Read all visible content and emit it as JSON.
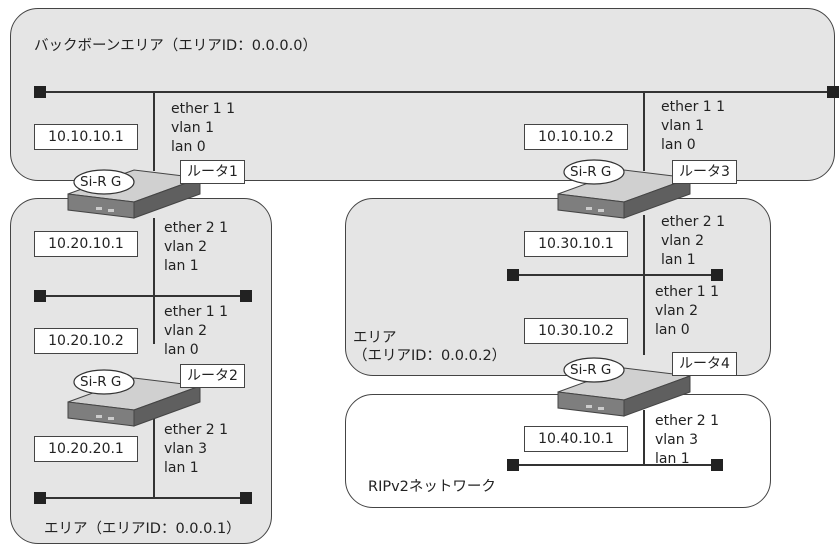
{
  "areas": {
    "backbone": "バックボーンエリア（エリアID：0.0.0.0）",
    "area1": "エリア（エリアID：0.0.0.1）",
    "area2_line1": "エリア",
    "area2_line2": "（エリアID：0.0.0.2）",
    "rip": "RIPv2ネットワーク"
  },
  "routers": {
    "r1": {
      "name": "ルータ1",
      "badge": "Si-R G"
    },
    "r2": {
      "name": "ルータ2",
      "badge": "Si-R G"
    },
    "r3": {
      "name": "ルータ3",
      "badge": "Si-R G"
    },
    "r4": {
      "name": "ルータ4",
      "badge": "Si-R G"
    }
  },
  "ips": {
    "ip1": "10.10.10.1",
    "ip2": "10.10.10.2",
    "ip3": "10.20.10.1",
    "ip4": "10.20.10.2",
    "ip5": "10.20.20.1",
    "ip6": "10.30.10.1",
    "ip7": "10.30.10.2",
    "ip8": "10.40.10.1"
  },
  "ifaces": {
    "r1_top": [
      "ether 1 1",
      "vlan 1",
      "lan 0"
    ],
    "r3_top": [
      "ether 1 1",
      "vlan 1",
      "lan 0"
    ],
    "r1_bottom": [
      "ether 2 1",
      "vlan 2",
      "lan 1"
    ],
    "r2_top": [
      "ether 1 1",
      "vlan 2",
      "lan 0"
    ],
    "r2_bottom": [
      "ether 2 1",
      "vlan 3",
      "lan 1"
    ],
    "r3_bottom": [
      "ether 2 1",
      "vlan 2",
      "lan 1"
    ],
    "r4_top": [
      "ether 1 1",
      "vlan 2",
      "lan 0"
    ],
    "r4_bottom": [
      "ether 2 1",
      "vlan 3",
      "lan 1"
    ]
  },
  "colors": {
    "area_fill": "#e5e5e5",
    "line": "#333333",
    "router_body": "#8a8a8a"
  }
}
